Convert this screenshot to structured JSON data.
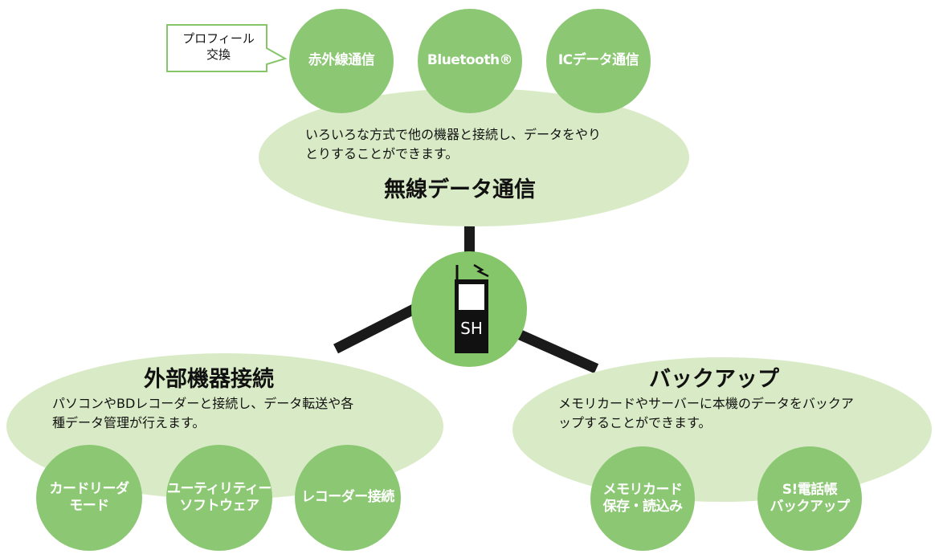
{
  "colors": {
    "ellipse": "#d9ebc6",
    "circle": "#8cc774",
    "hub": "#86c66a",
    "connector": "#1a1a1a",
    "callout_border": "#86c66a"
  },
  "top": {
    "title": "無線データ通信",
    "description": "いろいろな方式で他の機器と接続し、データをやり\nとりすることができます。",
    "items": [
      "赤外線通信",
      "Bluetooth®",
      "ICデータ通信"
    ],
    "callout": "プロフィール\n交換"
  },
  "hub": {
    "label": "SH",
    "icon": "phone-icon"
  },
  "left": {
    "title": "外部機器接続",
    "description": "パソコンやBDレコーダーと接続し、データ転送や各\n種データ管理が行えます。",
    "items": [
      "カードリーダ\nモード",
      "ユーティリティー\nソフトウェア",
      "レコーダー接続"
    ]
  },
  "right": {
    "title": "バックアップ",
    "description": "メモリカードやサーバーに本機のデータをバックア\nップすることができます。",
    "items": [
      "メモリカード\n保存・読込み",
      "S!電話帳\nバックアップ"
    ]
  }
}
